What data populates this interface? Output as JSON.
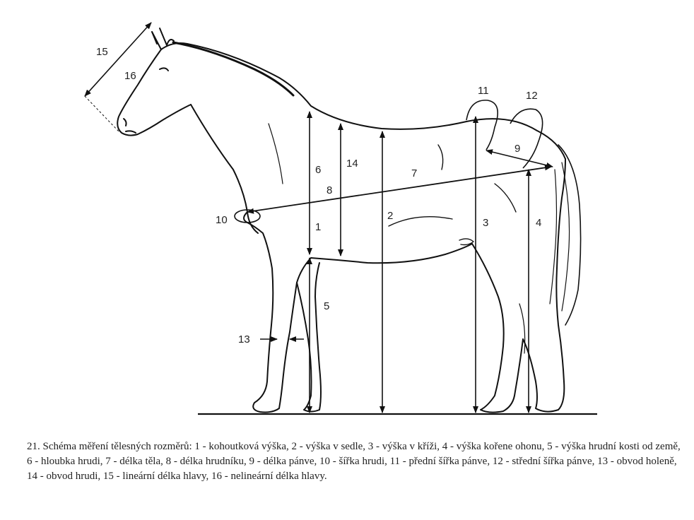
{
  "figure": {
    "labels": {
      "m1": "1",
      "m2": "2",
      "m3": "3",
      "m4": "4",
      "m5": "5",
      "m6": "6",
      "m7": "7",
      "m8": "8",
      "m9": "9",
      "m10": "10",
      "m11": "11",
      "m12": "12",
      "m13": "13",
      "m14": "14",
      "m15": "15",
      "m16": "16"
    }
  },
  "caption": "21. Schéma měření tělesných rozměrů: 1 - kohoutková výška, 2 - výška v sedle, 3 - výška v kříži, 4 - výška kořene ohonu, 5 - výška hrudní kosti od země, 6 - hloubka hrudi, 7 - délka těla, 8 - délka hrudníku, 9 - délka pánve, 10 - šířka hrudi, 11 - přední šířka pánve, 12 - střední šířka pánve, 13 - obvod holeně, 14 - obvod hrudi, 15 - lineární délka hlavy, 16 - nelineární délka hlavy."
}
